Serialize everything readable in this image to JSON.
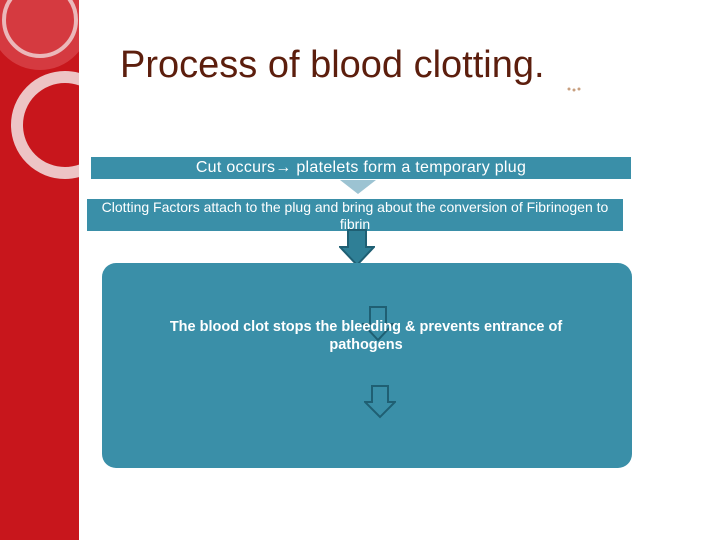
{
  "slide": {
    "title": "Process of blood clotting.",
    "steps": [
      {
        "prefix": "Cut  occurs",
        "arrow": "→",
        "suffix": " platelets form a temporary plug"
      },
      {
        "text": "Clotting Factors attach to the plug and bring about the conversion of Fibrinogen to fibrin"
      },
      {
        "text": "The blood clot stops the bleeding & prevents entrance of pathogens"
      }
    ]
  },
  "colors": {
    "sidebar": "#c8161c",
    "title": "#5c1e0d",
    "box_fill": "#3a8fa8",
    "connector": "#9cc3d2",
    "arrow_fill": "#2f7f96",
    "arrow_stroke": "#1f5f73"
  },
  "icons": [
    "chevron-connector-icon",
    "down-arrow-icon",
    "down-arrow-outline-icon"
  ]
}
